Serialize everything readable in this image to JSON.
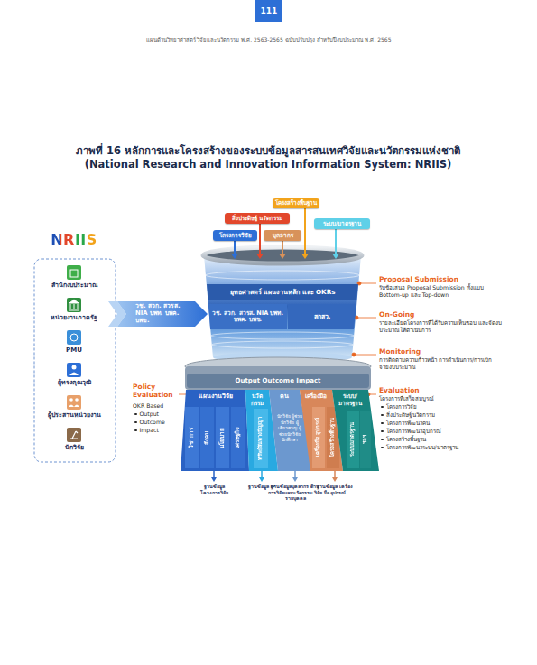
{
  "diagram": {
    "title": "ภาพที่ 16 หลักการและโครงสร้างของระบบข้อมูลสารสนเทศวิจัยและนวัตกรรมแห่งชาติ (National Research and Innovation Information System: NRIIS)",
    "nodes": [
      {
        "text": [
          "สำนักงบประมาณ"
        ]
      },
      {
        "text": [
          "หน่วยงานภาครัฐ"
        ]
      },
      {
        "text": [
          "PMU"
        ]
      },
      {
        "text": [
          "ผู้ทรงคุณวุฒิ"
        ]
      },
      {
        "text": [
          "ผู้ประสานหน่วยงาน"
        ]
      },
      {
        "text": [
          "นักวิจัย"
        ]
      },
      {
        "text": [
          "วช. สวก. สวรส. NIA บพท. บพค. บพข."
        ]
      },
      {
        "text": [
          "โครงสร้างพื้นฐาน"
        ]
      },
      {
        "text": [
          "สิ่งประดิษฐ์ นวัตกรรม"
        ]
      },
      {
        "text": [
          "ระบบ/มาตรฐาน"
        ]
      },
      {
        "text": [
          "โครงการวิจัย"
        ]
      },
      {
        "text": [
          "บุคลากร"
        ]
      },
      {
        "text": [
          "ยุทธศาสตร์ แผนงานหลัก และ OKRs"
        ]
      },
      {
        "text": [
          "วช. สวก. สวรส. NIA บพท. บพค. บพข."
        ]
      },
      {
        "text": [
          "สกสว."
        ]
      },
      {
        "text": [
          "Output Outcome Impact"
        ]
      },
      {
        "text": [
          "แผนงานวิจัย"
        ]
      },
      {
        "text": [
          "วิชาการ"
        ],
        "in": 16
      },
      {
        "text": [
          "สังคม"
        ],
        "in": 16
      },
      {
        "text": [
          "นโยบาย"
        ],
        "in": 16
      },
      {
        "text": [
          "เศรษฐกิจ"
        ],
        "in": 16
      },
      {
        "text": [
          "นวัต กรรม"
        ]
      },
      {
        "text": [
          "ทรัพย์สินทางปัญญา"
        ],
        "in": 21
      },
      {
        "text": [
          "คน",
          "นักวิจัย ผู้ช่วยนักวิจัย ผู้เชี่ยวชาญ ผู้ช่วยนักวิจัย นักศึกษา"
        ]
      },
      {
        "text": [
          "เครื่องมือ"
        ]
      },
      {
        "text": [
          "เครื่องมือ อุปกรณ์"
        ],
        "in": 24
      },
      {
        "text": [
          "โครงสร้างพื้นฐาน"
        ],
        "in": 24
      },
      {
        "text": [
          "ระบบ/ มาตรฐาน"
        ]
      },
      {
        "text": [
          "ระบบมาตรฐาน"
        ],
        "in": 27
      },
      {
        "text": [
          "ฯลฯ"
        ],
        "in": 27
      }
    ],
    "labels": [
      "111",
      "แผนด้านวิทยาศาสตร์ วิจัยและนวัตกรรม พ.ศ. 2563-2565 ฉบับปรับปรุง สำหรับปีงบประมาณ พ.ศ. 2565",
      "NRIIS",
      "Proposal Submission",
      "รับข้อเสนอ Proposal Submission ทั้งแบบ Bottom-up และ Top-down",
      "On-Going",
      "รายละเอียดโครงการที่ได้รับความเห็นชอบ และจัดงบประมาณให้ดำเนินการ",
      "Monitoring",
      "การติดตามความก้าวหน้า การดำเนินการ/การเบิกจ่ายงบประมาณ",
      "Evaluation",
      "โครงการที่เสร็จสมบูรณ์",
      "โครงการวิจัย",
      "สิ่งประดิษฐ์ นวัตกรรม",
      "โครงการพัฒนาคน",
      "โครงการพัฒนาอุปกรณ์",
      "โครงสร้างพื้นฐาน",
      "โครงการพัฒนาระบบ/มาตรฐาน",
      "Policy Evaluation",
      "OKR Based",
      "Output",
      "Outcome",
      "Impact",
      "ฐานข้อมูล โครงการวิจัย",
      "ฐานข้อมูล IP",
      "ฐานข้อมูลบุคลากร ด้านการวิจัยและนวัตกรรม วิจัยรายบุคคล",
      "ฐานข้อมูล เครื่องมือ อุปกรณ์"
    ]
  }
}
